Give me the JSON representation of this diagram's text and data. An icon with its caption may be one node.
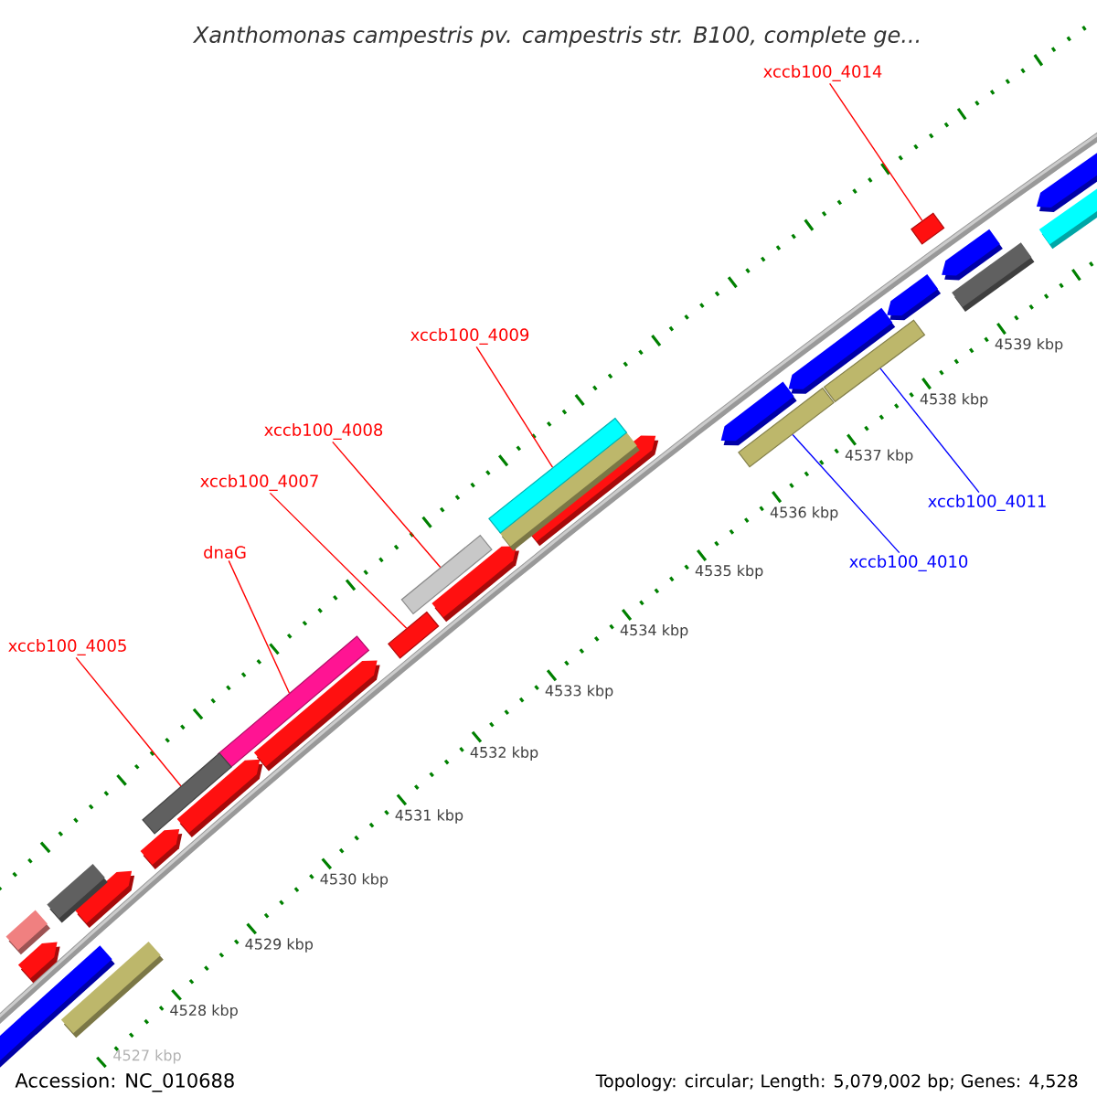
{
  "diagram": {
    "title": "Xanthomonas campestris pv. campestris str. B100, complete ge...",
    "nodes": [
      {
        "text": [
          "xccb100_4014"
        ]
      },
      {
        "text": [],
        "shape": "bar"
      },
      {
        "text": [
          "xccb100_4009"
        ]
      },
      {
        "text": [],
        "shape": "bar"
      },
      {
        "text": [
          "xccb100_4008"
        ]
      },
      {
        "text": [],
        "shape": "bar"
      },
      {
        "text": [
          "xccb100_4007"
        ]
      },
      {
        "text": [],
        "shape": "bar"
      },
      {
        "text": [
          "dnaG"
        ]
      },
      {
        "text": [],
        "shape": "bar"
      },
      {
        "text": [
          "xccb100_4005"
        ]
      },
      {
        "text": [],
        "shape": "bar"
      },
      {
        "text": [
          "xccb100_4011"
        ]
      },
      {
        "text": [],
        "shape": "bar"
      },
      {
        "text": [
          "xccb100_4010"
        ]
      },
      {
        "text": [],
        "shape": "bar"
      }
    ],
    "edges": [
      {
        "from": 0,
        "to": 1,
        "arrow": "none"
      },
      {
        "from": 2,
        "to": 3,
        "arrow": "none"
      },
      {
        "from": 4,
        "to": 5,
        "arrow": "none"
      },
      {
        "from": 6,
        "to": 7,
        "arrow": "none"
      },
      {
        "from": 8,
        "to": 9,
        "arrow": "none"
      },
      {
        "from": 10,
        "to": 11,
        "arrow": "none"
      },
      {
        "from": 12,
        "to": 13,
        "arrow": "none",
        "color": "#0000ff"
      },
      {
        "from": 14,
        "to": 15,
        "arrow": "none",
        "color": "#0000ff"
      }
    ],
    "labels": [
      "4539 kbp",
      "4538 kbp",
      "4537 kbp",
      "4536 kbp",
      "4535 kbp",
      "4534 kbp",
      "4533 kbp",
      "4532 kbp",
      "4531 kbp",
      "4530 kbp",
      "4529 kbp",
      "4528 kbp",
      "4527 kbp",
      "Accession: NC_010688",
      "Topology: circular; Length: 5,079,002 bp; Genes: 4,528"
    ]
  }
}
